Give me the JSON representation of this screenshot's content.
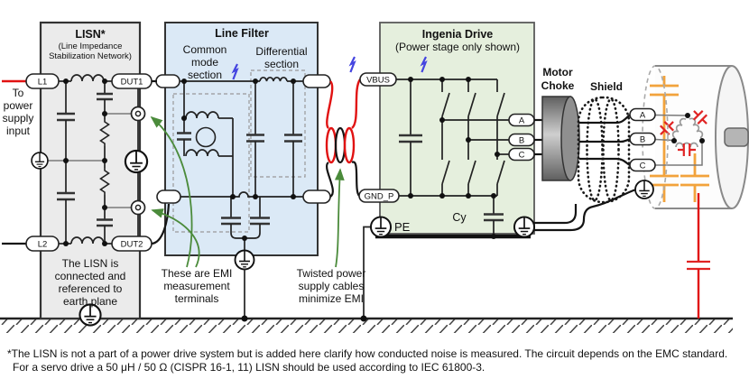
{
  "diagram": {
    "lisn": {
      "title": "LISN*",
      "subtitle": [
        "(Line Impedance",
        "Stabilization Network)"
      ],
      "terminal_l1": "L1",
      "terminal_l2": "L2",
      "terminal_dut1": "DUT1",
      "terminal_dut2": "DUT2",
      "note": [
        "The LISN is",
        "connected and",
        "referenced to",
        "earth plane"
      ]
    },
    "input_label": [
      "To",
      "power",
      "supply",
      "input"
    ],
    "line_filter": {
      "title": "Line Filter",
      "common_section": [
        "Common",
        "mode",
        "section"
      ],
      "differential_section": [
        "Differential",
        "section"
      ]
    },
    "drive": {
      "title": "Ingenia Drive",
      "subtitle": "(Power stage only shown)",
      "terminal_vbus": "VBUS",
      "terminal_gnd": "GND_P",
      "terminal_pe": "PE",
      "cap_label": "Cy",
      "phase_labels": [
        "A",
        "B",
        "C"
      ]
    },
    "motor_choke_label": [
      "Motor",
      "Choke"
    ],
    "shield_label": "Shield",
    "motor": {
      "phase_labels": [
        "A",
        "B",
        "C"
      ]
    },
    "annotations": {
      "emi_terminals": [
        "These are EMI",
        "measurement",
        "terminals"
      ],
      "twisted_cables": [
        "Twisted power",
        "supply cables",
        "minimize EMI"
      ]
    },
    "footnote": [
      "*The LISN is not a part of a power drive system but is added here clarify how conducted noise is measured. The circuit depends on the EMC standard.",
      "For a servo drive a 50 μH / 50 Ω (CISPR 16-1, 11) LISN should be used according to IEC 61800-3."
    ],
    "colors": {
      "wire_red": "#e11212",
      "wire_black": "#141414",
      "lisn_fill": "#ebebeb",
      "filter_fill": "#dbe9f6",
      "drive_fill": "#e5efdd",
      "arrow_green": "#4b8b3b",
      "bolt_blue": "#4444e0",
      "cap_orange": "#f2a33c",
      "motor_cap_red": "#e02424"
    }
  }
}
